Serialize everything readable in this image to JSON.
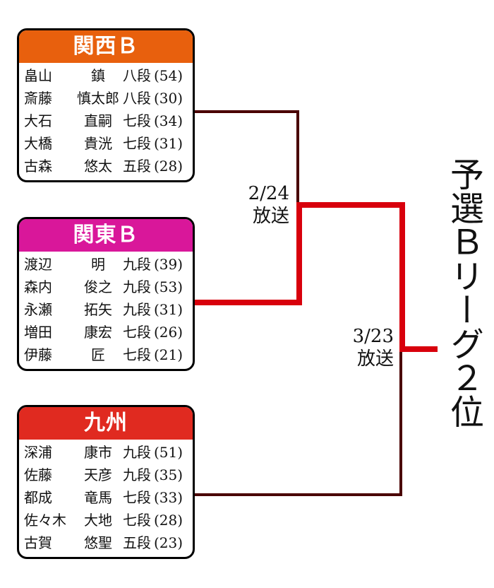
{
  "teams": [
    {
      "name": "関西Ｂ",
      "color": "#e8600d",
      "players": [
        {
          "surname": "畠山",
          "given": "鎮",
          "rank": "八段",
          "age": "(54)"
        },
        {
          "surname": "斎藤",
          "given": "慎太郎",
          "rank": "八段",
          "age": "(30)"
        },
        {
          "surname": "大石",
          "given": "直嗣",
          "rank": "七段",
          "age": "(34)"
        },
        {
          "surname": "大橋",
          "given": "貴洸",
          "rank": "七段",
          "age": "(31)"
        },
        {
          "surname": "古森",
          "given": "悠太",
          "rank": "五段",
          "age": "(28)"
        }
      ]
    },
    {
      "name": "関東Ｂ",
      "color": "#d9179a",
      "players": [
        {
          "surname": "渡辺",
          "given": "明",
          "rank": "九段",
          "age": "(39)"
        },
        {
          "surname": "森内",
          "given": "俊之",
          "rank": "九段",
          "age": "(53)"
        },
        {
          "surname": "永瀬",
          "given": "拓矢",
          "rank": "九段",
          "age": "(31)"
        },
        {
          "surname": "増田",
          "given": "康宏",
          "rank": "七段",
          "age": "(26)"
        },
        {
          "surname": "伊藤",
          "given": "匠",
          "rank": "七段",
          "age": "(21)"
        }
      ]
    },
    {
      "name": "九州",
      "color": "#e02a20",
      "players": [
        {
          "surname": "深浦",
          "given": "康市",
          "rank": "九段",
          "age": "(51)"
        },
        {
          "surname": "佐藤",
          "given": "天彦",
          "rank": "九段",
          "age": "(35)"
        },
        {
          "surname": "都成",
          "given": "竜馬",
          "rank": "七段",
          "age": "(33)"
        },
        {
          "surname": "佐々木",
          "given": "大地",
          "rank": "七段",
          "age": "(28)"
        },
        {
          "surname": "古賀",
          "given": "悠聖",
          "rank": "五段",
          "age": "(23)"
        }
      ]
    }
  ],
  "matches": [
    {
      "date": "2/24",
      "note": "放送"
    },
    {
      "date": "3/23",
      "note": "放送"
    }
  ],
  "result_label": "予選Ｂリーグ２位",
  "colors": {
    "winner_line": "#d8000c",
    "loser_line": "#4a0000"
  }
}
